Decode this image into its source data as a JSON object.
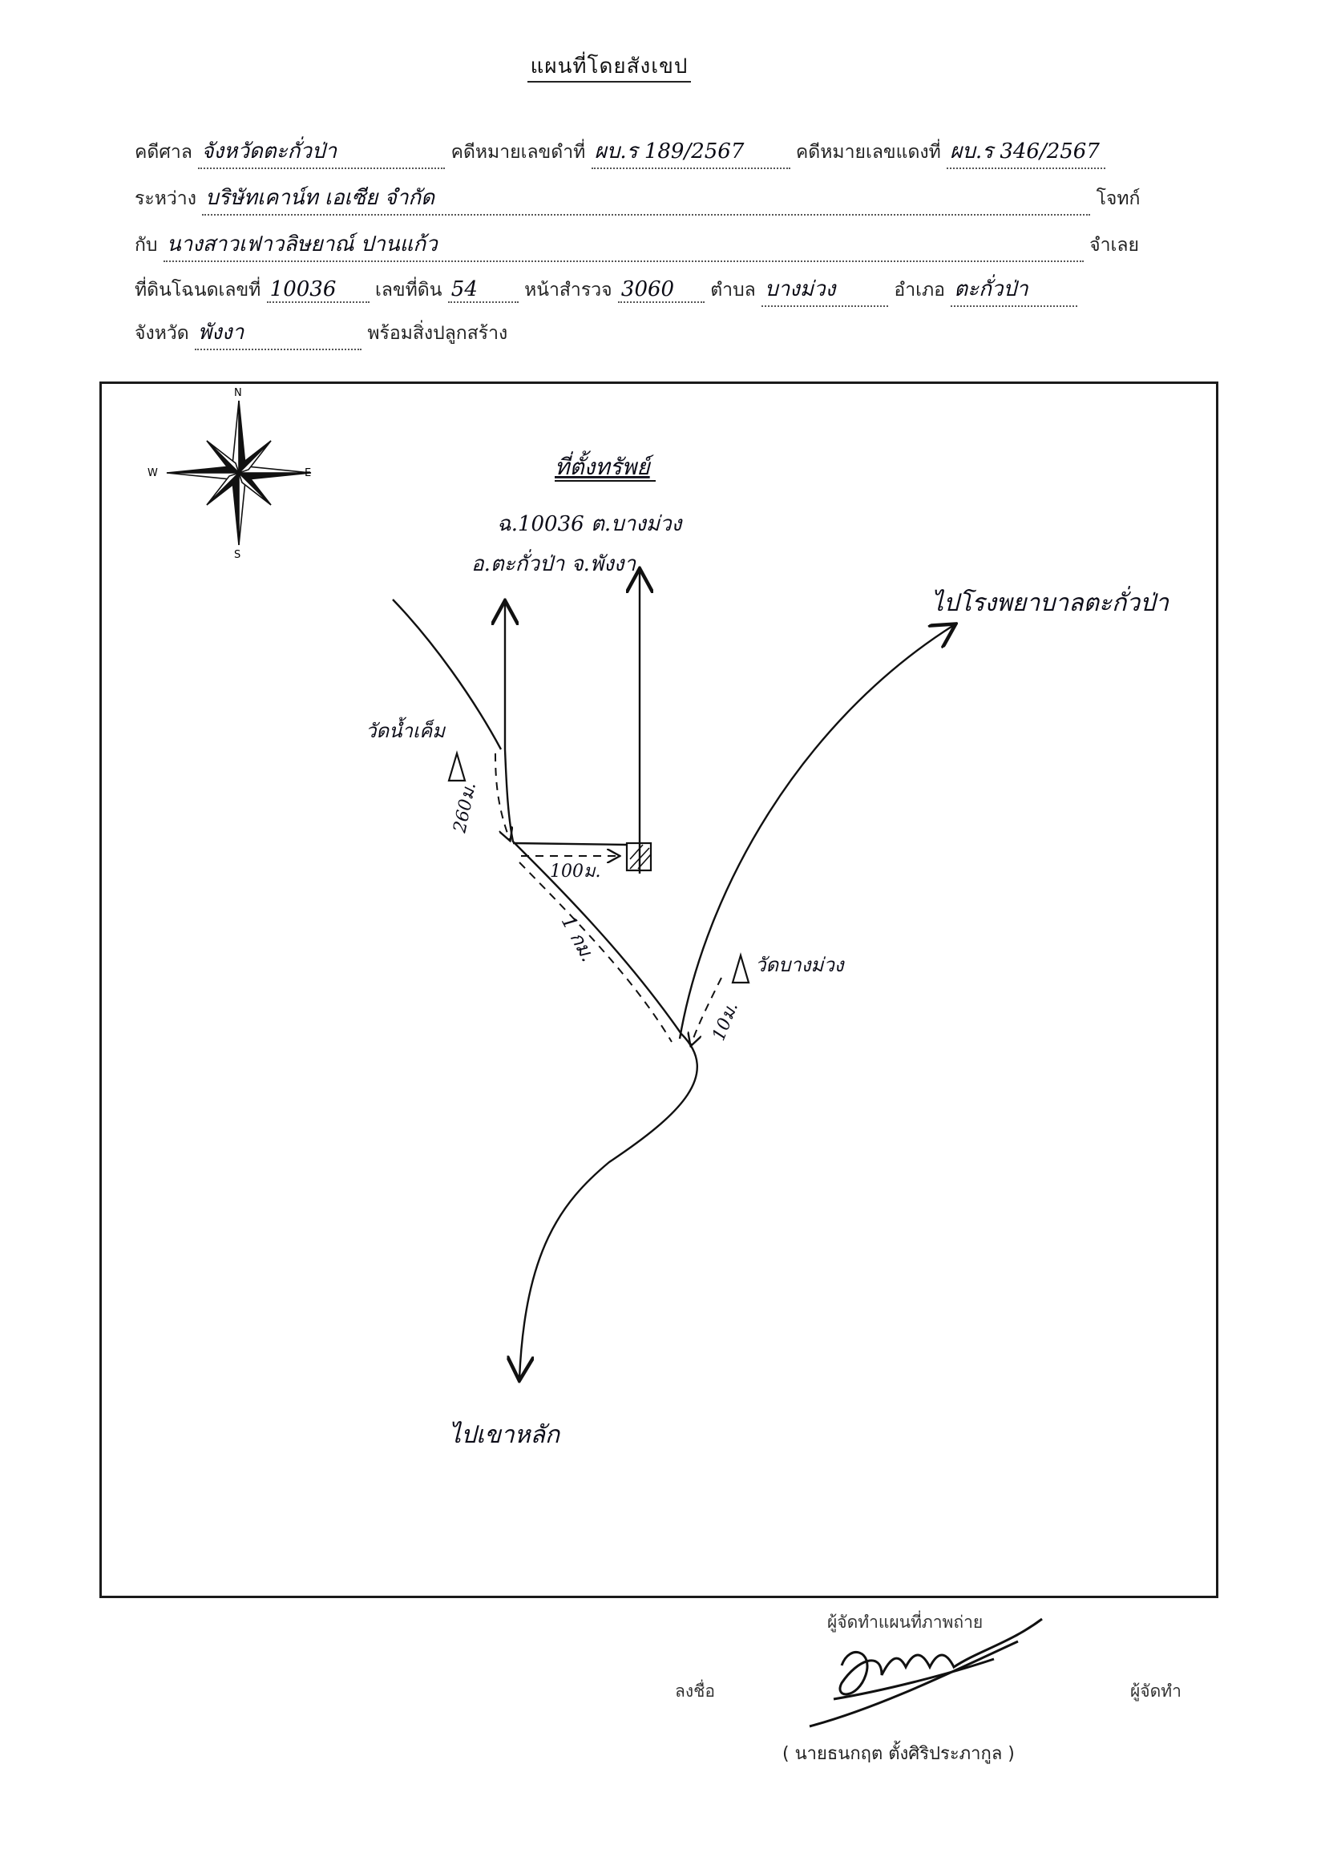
{
  "header": {
    "title": "แผนที่โดยสังเขป"
  },
  "form": {
    "court_label": "คดีศาล",
    "court_value": "จังหวัดตะกั่วป่า",
    "black_case_label": "คดีหมายเลขดำที่",
    "black_case_value": "ผบ.ร 189/2567",
    "red_case_label": "คดีหมายเลขแดงที่",
    "red_case_value": "ผบ.ร 346/2567",
    "between_label": "ระหว่าง",
    "plaintiff_value": "บริษัทเคาน์ท เอเซีย จำกัด",
    "plaintiff_role": "โจทก์",
    "with_label": "กับ",
    "defendant_value": "นางสาวเฟาวลิษยาณ์ ปานแก้ว",
    "defendant_role": "จำเลย",
    "deed_label": "ที่ดินโฉนดเลขที่",
    "deed_value": "10036",
    "land_no_label": "เลขที่ดิน",
    "land_no_value": "54",
    "survey_page_label": "หน้าสำรวจ",
    "survey_page_value": "3060",
    "subdistrict_label": "ตำบล",
    "subdistrict_value": "บางม่วง",
    "district_label": "อำเภอ",
    "district_value": "ตะกั่วป่า",
    "province_label": "จังหวัด",
    "province_value": "พังงา",
    "with_buildings": "พร้อมสิ่งปลูกสร้าง"
  },
  "compass": {
    "north": "N",
    "south": "S",
    "east": "E",
    "west": "W",
    "icon": "compass-rose-icon"
  },
  "map": {
    "heading": "ที่ตั้งทรัพย์",
    "deed_line1": "ฉ.10036 ต.บางม่วง",
    "deed_line2": "อ.ตะกั่วป่า จ.พังงา",
    "to_hospital": "ไปโรงพยาบาลตะกั่วป่า",
    "to_khao_lak": "ไปเขาหลัก",
    "temple_1": "วัดน้ำเค็ม",
    "temple_2": "วัดบางม่วง",
    "dist_260": "260ม.",
    "dist_100": "100ม.",
    "dist_1km": "1 กม.",
    "dist_10": "10ม.",
    "colors": {
      "ink": "#111111",
      "frame": "#1a1a1a"
    }
  },
  "signature": {
    "prepared_by_label": "ผู้จัดทำแผนที่ภาพถ่าย",
    "sign_label": "ลงชื่อ",
    "role": "ผู้จัดทำ",
    "name": "( นายธนกฤต ตั้งศิริประภากูล )"
  }
}
